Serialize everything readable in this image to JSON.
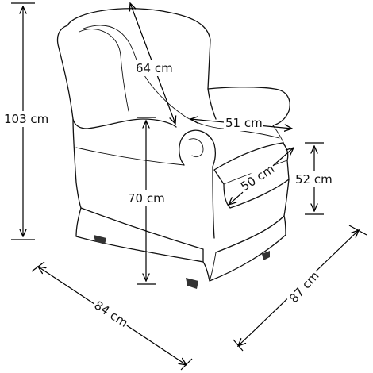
{
  "dimensions": {
    "total_height": "103 cm",
    "backrest_height": "64 cm",
    "seat_width": "51 cm",
    "seat_depth": "50 cm",
    "seat_height": "52 cm",
    "arm_height": "70 cm",
    "width": "84 cm",
    "depth": "87 cm"
  },
  "colors": {
    "line": "#111111",
    "background": "#ffffff"
  }
}
